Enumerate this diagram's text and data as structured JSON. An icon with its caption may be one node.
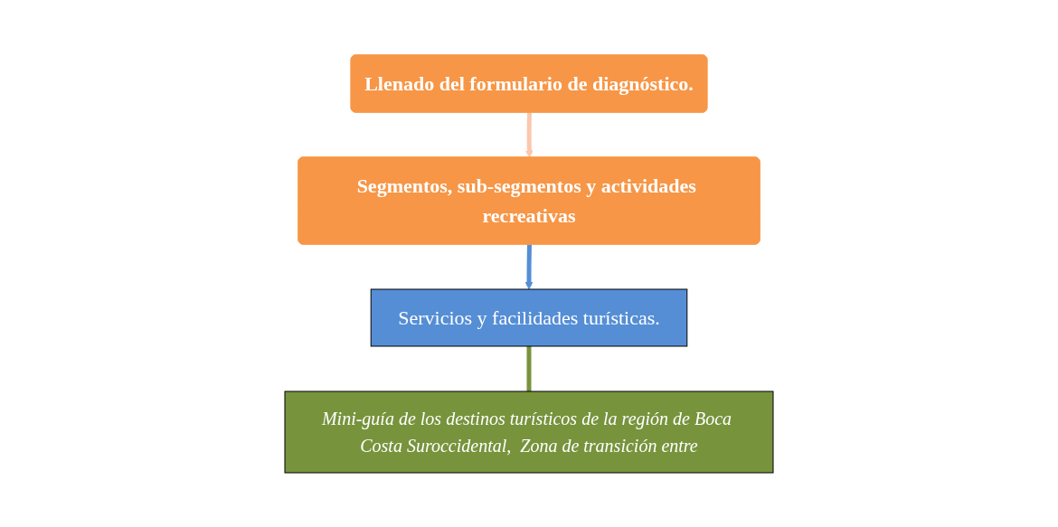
{
  "diagram": {
    "nodes": [
      {
        "text": [
          "Llenado del formulario  de diagnóstico."
        ]
      },
      {
        "text": [
          "Segmentos, sub-segmentos y actividades recreativas"
        ]
      },
      {
        "text": [
          "Servicios y facilidades turísticas."
        ]
      },
      {
        "text": [
          "Mini-guía de los destinos turísticos de la región de Boca Costa Suroccidental,  Zona de transición entre"
        ]
      }
    ],
    "edges": [
      {
        "from": 0,
        "to": 1,
        "arrow": "to",
        "color": "#fbc8ad"
      },
      {
        "from": 1,
        "to": 2,
        "arrow": "to",
        "color": "#558ed5"
      },
      {
        "from": 2,
        "to": 3,
        "arrow": "none",
        "color": "#77933c"
      }
    ]
  }
}
